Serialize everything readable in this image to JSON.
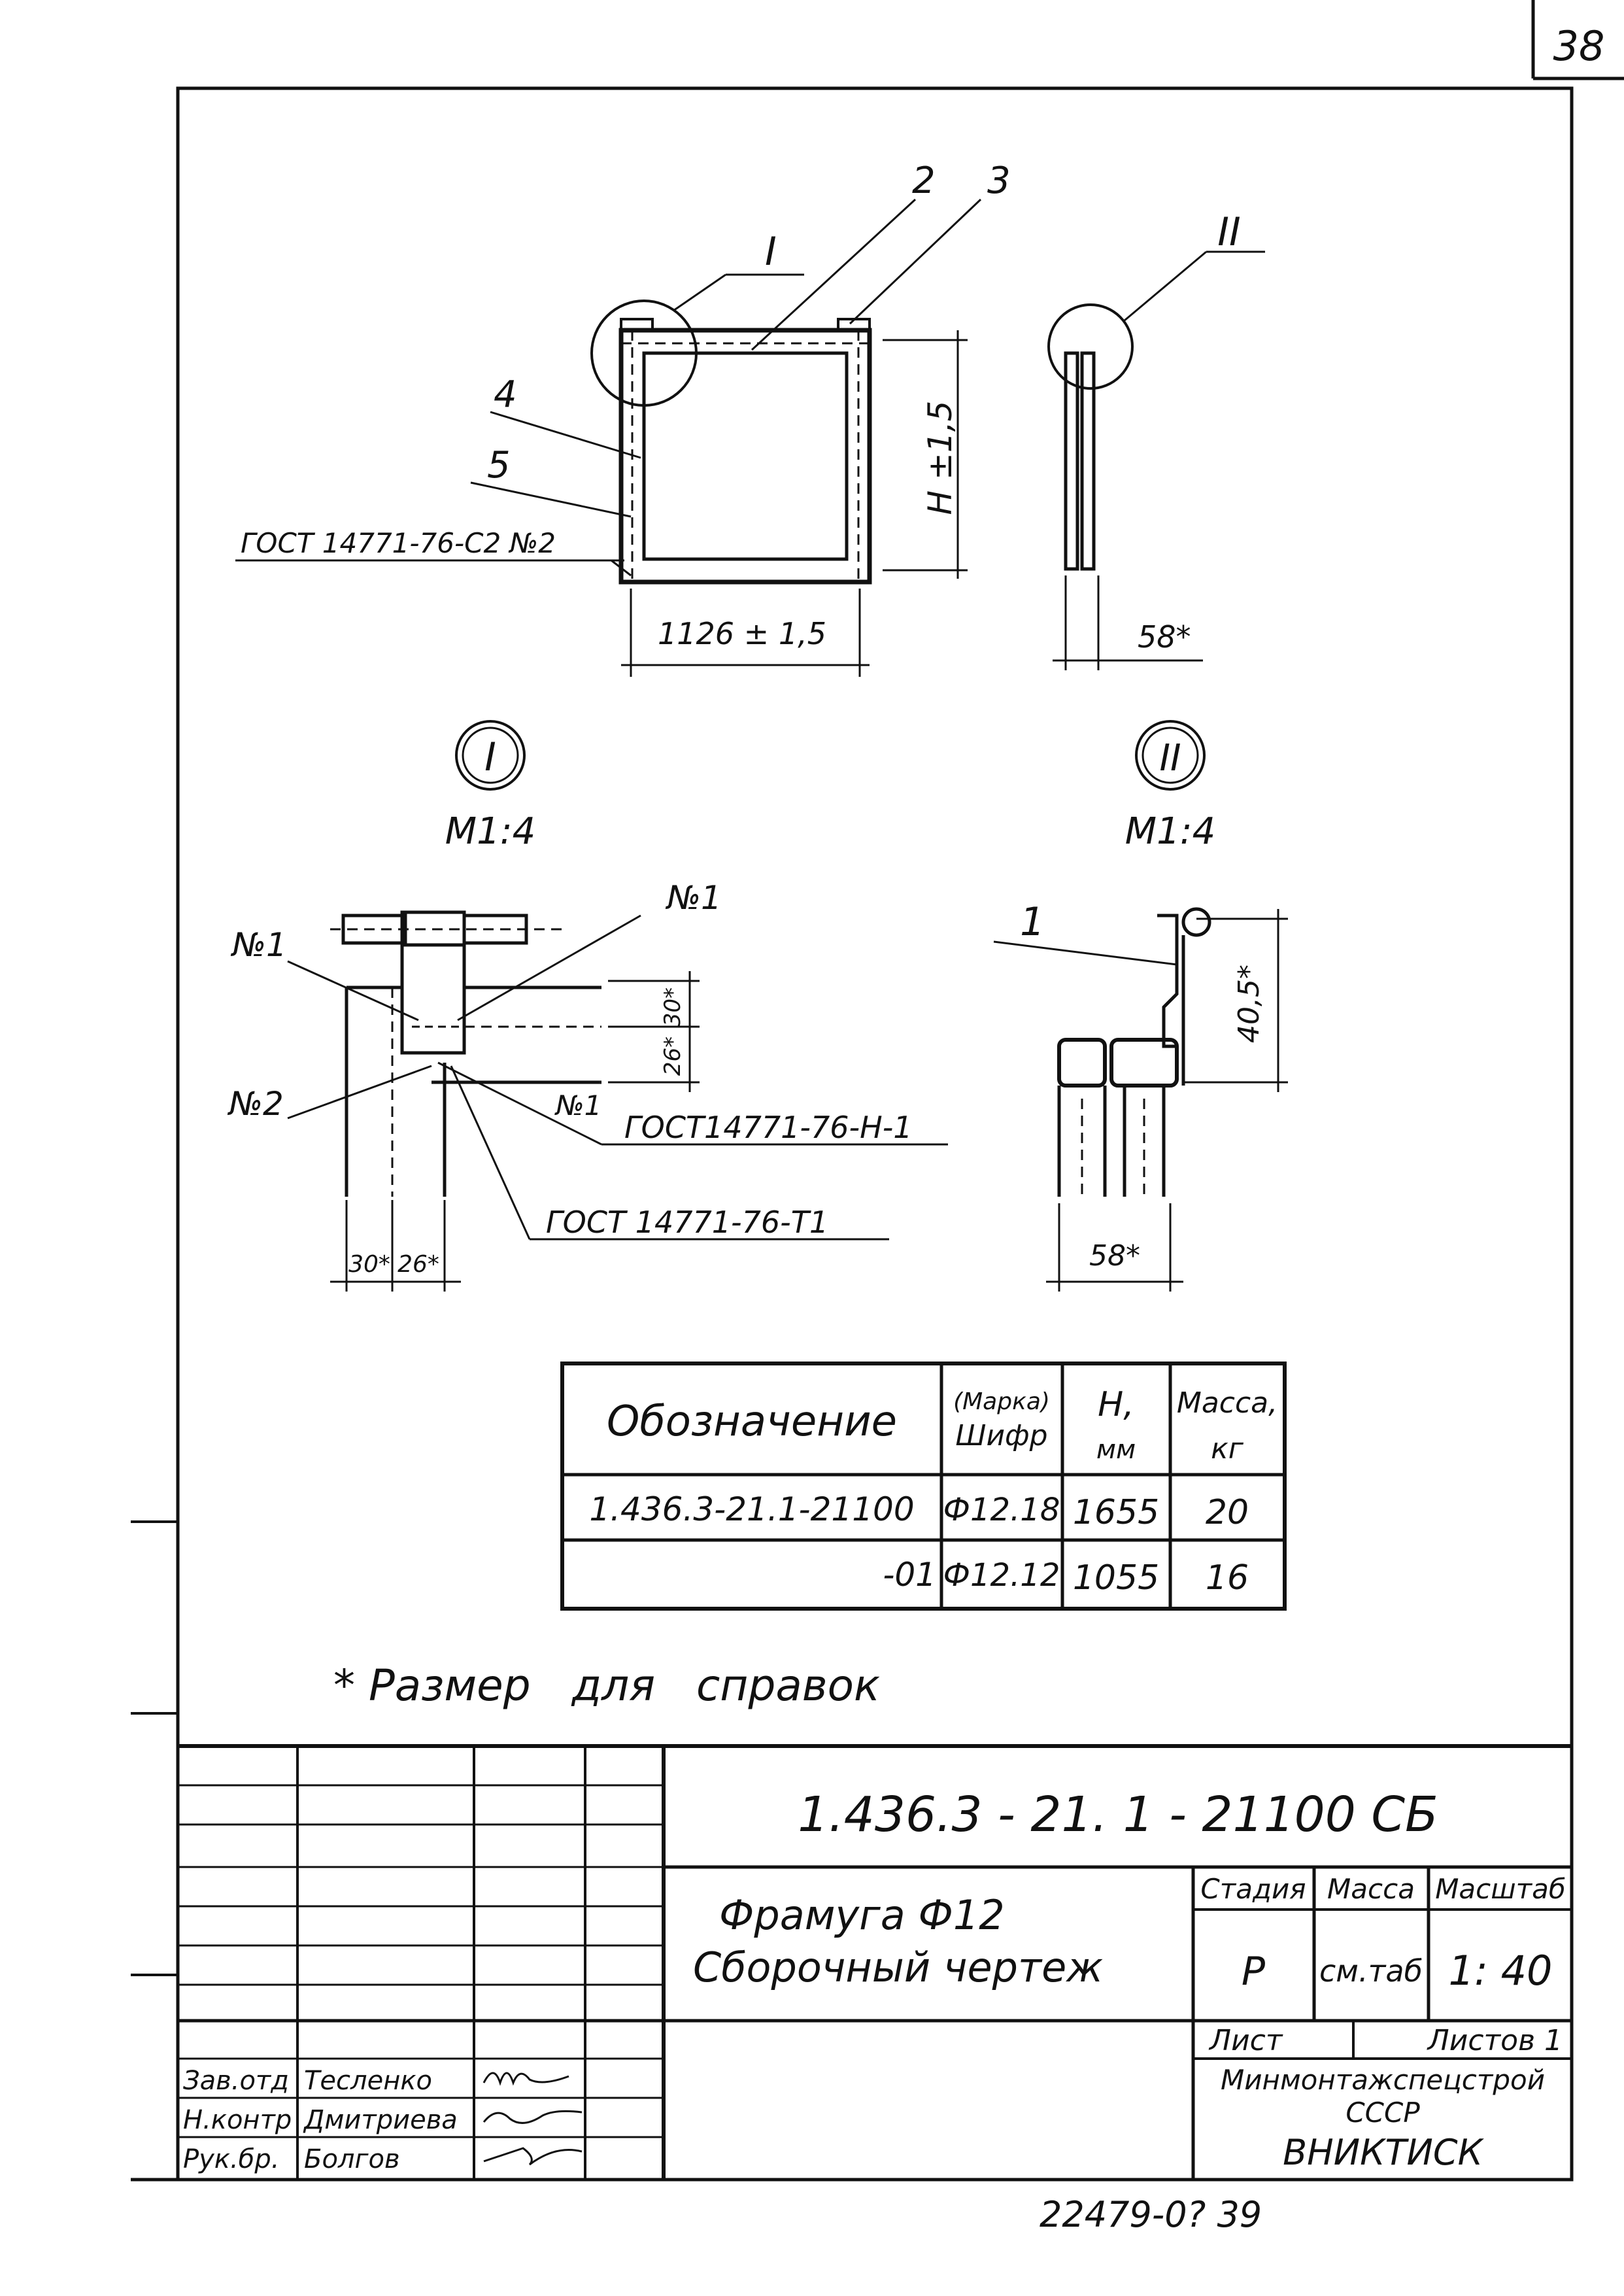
{
  "sheet_number_top": "38",
  "footer_number": "22479-0? 39",
  "drawing": {
    "callouts": [
      "2",
      "3",
      "I",
      "II",
      "4",
      "5"
    ],
    "weld_label_main": "ГОСТ 14771-76-С2 №2",
    "dim_height": "H ±1,5",
    "dim_width": "1126 ± 1,5",
    "dim_side": "58*",
    "detail_I": {
      "label": "I",
      "scale": "М1:4"
    },
    "detail_II": {
      "label": "II",
      "scale": "М1:4"
    },
    "detail_I_notes": {
      "n1_left": "№1",
      "n1_top": "№1",
      "n2": "№2",
      "n1_bottom": "№1",
      "gost_h1": "ГОСТ14771-76-Н-1",
      "gost_t1": "ГОСТ 14771-76-Т1",
      "dim_30_vert": "30*",
      "dim_26_vert": "26*",
      "dim_30_horiz": "30*",
      "dim_26_horiz": "26*"
    },
    "detail_II_notes": {
      "callout": "1",
      "dim_405": "40,5*",
      "dim_58": "58*"
    }
  },
  "table": {
    "headers": [
      "Обозначение",
      "(Марка) Шифр",
      "H, мм",
      "Масса, кг"
    ],
    "rows": [
      [
        "1.436.3-21.1-21100",
        "Ф12.18",
        "1655",
        "20"
      ],
      [
        "-01",
        "Ф12.12",
        "1055",
        "16"
      ]
    ]
  },
  "note": "* Размер   для   справок",
  "title_block": {
    "code": "1.436.3 - 21. 1 - 21100 СБ",
    "name_line1": "Фрамуга  Ф12",
    "name_line2": "Сборочный  чертеж",
    "stage_label": "Стадия",
    "mass_label": "Масса",
    "scale_label": "Масштаб",
    "stage_value": "Р",
    "mass_value": "см.таб",
    "scale_value": "1: 40",
    "sheet_label": "Лист",
    "sheets_label": "Листов 1",
    "org_line1": "Минмонтажспецстрой",
    "org_line2": "СССР",
    "org_line3": "ВНИКТИСК",
    "signers": [
      {
        "role": "Зав.отд",
        "name": "Тесленко"
      },
      {
        "role": "Н.контр",
        "name": "Дмитриева"
      },
      {
        "role": "Рук.бр.",
        "name": "Болгов"
      }
    ]
  }
}
